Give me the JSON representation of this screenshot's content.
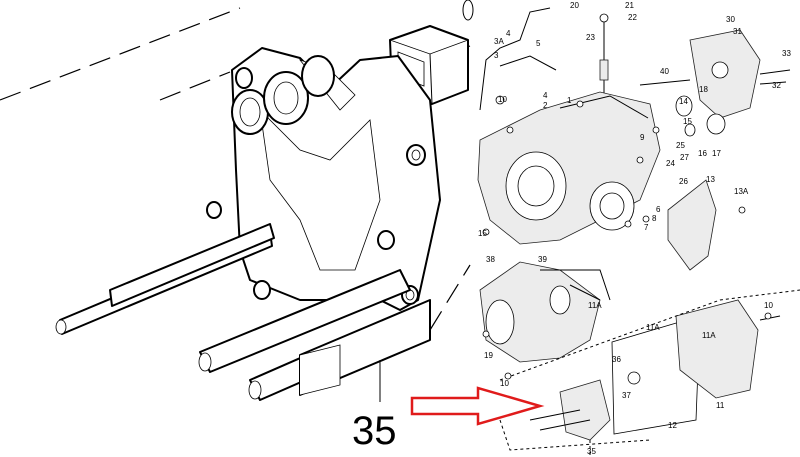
{
  "diagram": {
    "main_label": "35",
    "callouts": [
      "3A",
      "3",
      "4",
      "5",
      "4",
      "2",
      "1",
      "10",
      "20",
      "21",
      "22",
      "23",
      "30",
      "31",
      "32",
      "33",
      "40",
      "18",
      "14",
      "15",
      "16",
      "17",
      "26",
      "25",
      "27",
      "13",
      "13A",
      "8",
      "15",
      "7",
      "38",
      "39",
      "11A",
      "19",
      "10",
      "36",
      "37",
      "35",
      "12",
      "11A",
      "11A",
      "10",
      "11",
      "6",
      "9",
      "24"
    ],
    "arrow_color": "#e01b1b"
  }
}
